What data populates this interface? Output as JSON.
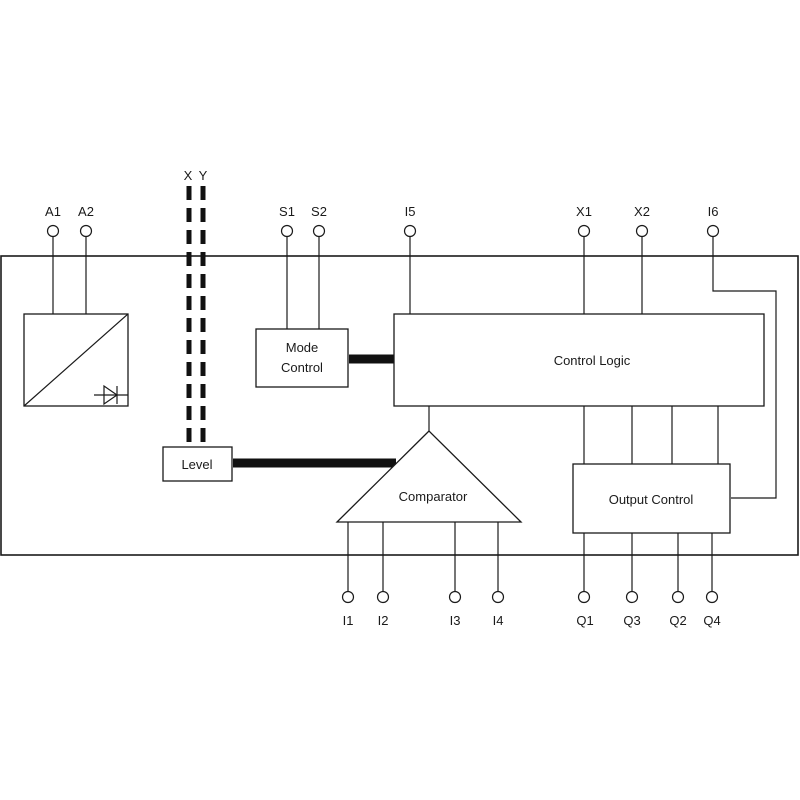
{
  "terminals_top": {
    "a1": "A1",
    "a2": "A2",
    "x": "X",
    "y": "Y",
    "s1": "S1",
    "s2": "S2",
    "i5": "I5",
    "x1": "X1",
    "x2": "X2",
    "i6": "I6"
  },
  "terminals_bottom": {
    "i1": "I1",
    "i2": "I2",
    "i3": "I3",
    "i4": "I4",
    "q1": "Q1",
    "q3": "Q3",
    "q2": "Q2",
    "q4": "Q4"
  },
  "blocks": {
    "mode_control_line1": "Mode",
    "mode_control_line2": "Control",
    "control_logic": "Control Logic",
    "level": "Level",
    "comparator": "Comparator",
    "output_control": "Output Control"
  },
  "colors": {
    "line": "#1a1a1a",
    "background": "#ffffff"
  },
  "icons": {
    "power_supply": "power-supply-icon",
    "diode": "diode-icon"
  }
}
